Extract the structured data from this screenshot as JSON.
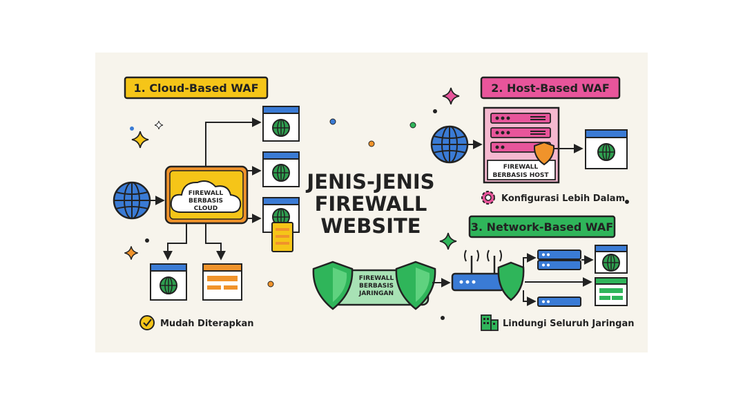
{
  "title": {
    "line1": "JENIS-JENIS",
    "line2": "FIREWALL",
    "line3": "WEBSITE"
  },
  "cloud_section": {
    "heading": "1. Cloud-Based WAF",
    "firewall_label_1": "FIREWALL",
    "firewall_label_2": "BERBASIS",
    "firewall_label_3": "CLOUD",
    "benefit": "Mudah Diterapkan"
  },
  "host_section": {
    "heading": "2. Host-Based WAF",
    "firewall_label_1": "FIREWALL",
    "firewall_label_2": "BERBASIS HOST",
    "benefit": "Konfigurasi Lebih Dalam"
  },
  "network_section": {
    "heading": "3. Network-Based WAF",
    "firewall_label_1": "FIREWALL",
    "firewall_label_2": "BERBASIS",
    "firewall_label_3": "JARINGAN",
    "benefit": "Lindungi Seluruh Jaringan"
  },
  "colors": {
    "panel_bg": "#f7f4ec",
    "cloud_accent": "#f5c518",
    "cloud_frame": "#f0932b",
    "host_accent": "#e8559b",
    "network_accent": "#2fb55a",
    "blue": "#3a7bd5",
    "globe_green": "#2e9e4f",
    "outline": "#222222"
  },
  "icons": [
    "globe-icon",
    "cloud-icon",
    "shield-icon",
    "server-icon",
    "router-icon",
    "gear-icon",
    "check-icon",
    "building-icon",
    "sparkle-icon",
    "browser-window-icon"
  ]
}
